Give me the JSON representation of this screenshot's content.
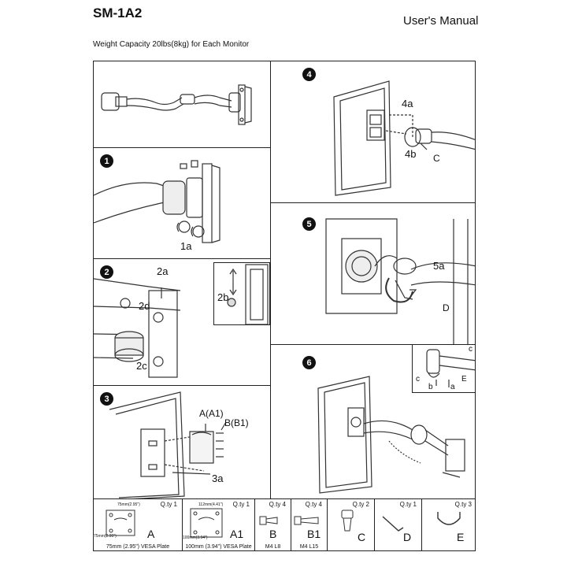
{
  "header": {
    "model": "SM-1A2",
    "manual_label": "User's Manual",
    "capacity_note": "Weight Capacity 20lbs(8kg) for Each Monitor"
  },
  "steps": {
    "s1": {
      "num": "1",
      "callouts": [
        "1a"
      ]
    },
    "s2": {
      "num": "2",
      "callouts": [
        "2a",
        "2d",
        "2c",
        "2b"
      ]
    },
    "s3": {
      "num": "3",
      "callouts": [
        "A(A1)",
        "B(B1)",
        "3a"
      ]
    },
    "s4": {
      "num": "4",
      "callouts": [
        "4a",
        "4b",
        "C"
      ]
    },
    "s5": {
      "num": "5",
      "callouts": [
        "5a",
        "D"
      ]
    },
    "s6": {
      "num": "6",
      "callouts": [
        "c",
        "c",
        "E",
        "b",
        "a"
      ]
    }
  },
  "parts": [
    {
      "qty": "Q.ty 1",
      "label": "A",
      "caption": "75mm (2.95\") VESA Plate",
      "dim_top": "75mm(2.95\")",
      "dim_side": "75mm(2.95\")"
    },
    {
      "qty": "Q.ty 1",
      "label": "A1",
      "caption": "100mm (3.94\") VESA Plate",
      "dim_top": "112mm(4.41\")",
      "dim_side": "100mm(3.94\")"
    },
    {
      "qty": "Q.ty 4",
      "label": "B",
      "caption": "M4 L8"
    },
    {
      "qty": "Q.ty 4",
      "label": "B1",
      "caption": "M4 L15"
    },
    {
      "qty": "Q.ty 2",
      "label": "C",
      "caption": ""
    },
    {
      "qty": "Q.ty 1",
      "label": "D",
      "caption": ""
    },
    {
      "qty": "Q.ty 3",
      "label": "E",
      "caption": ""
    }
  ]
}
